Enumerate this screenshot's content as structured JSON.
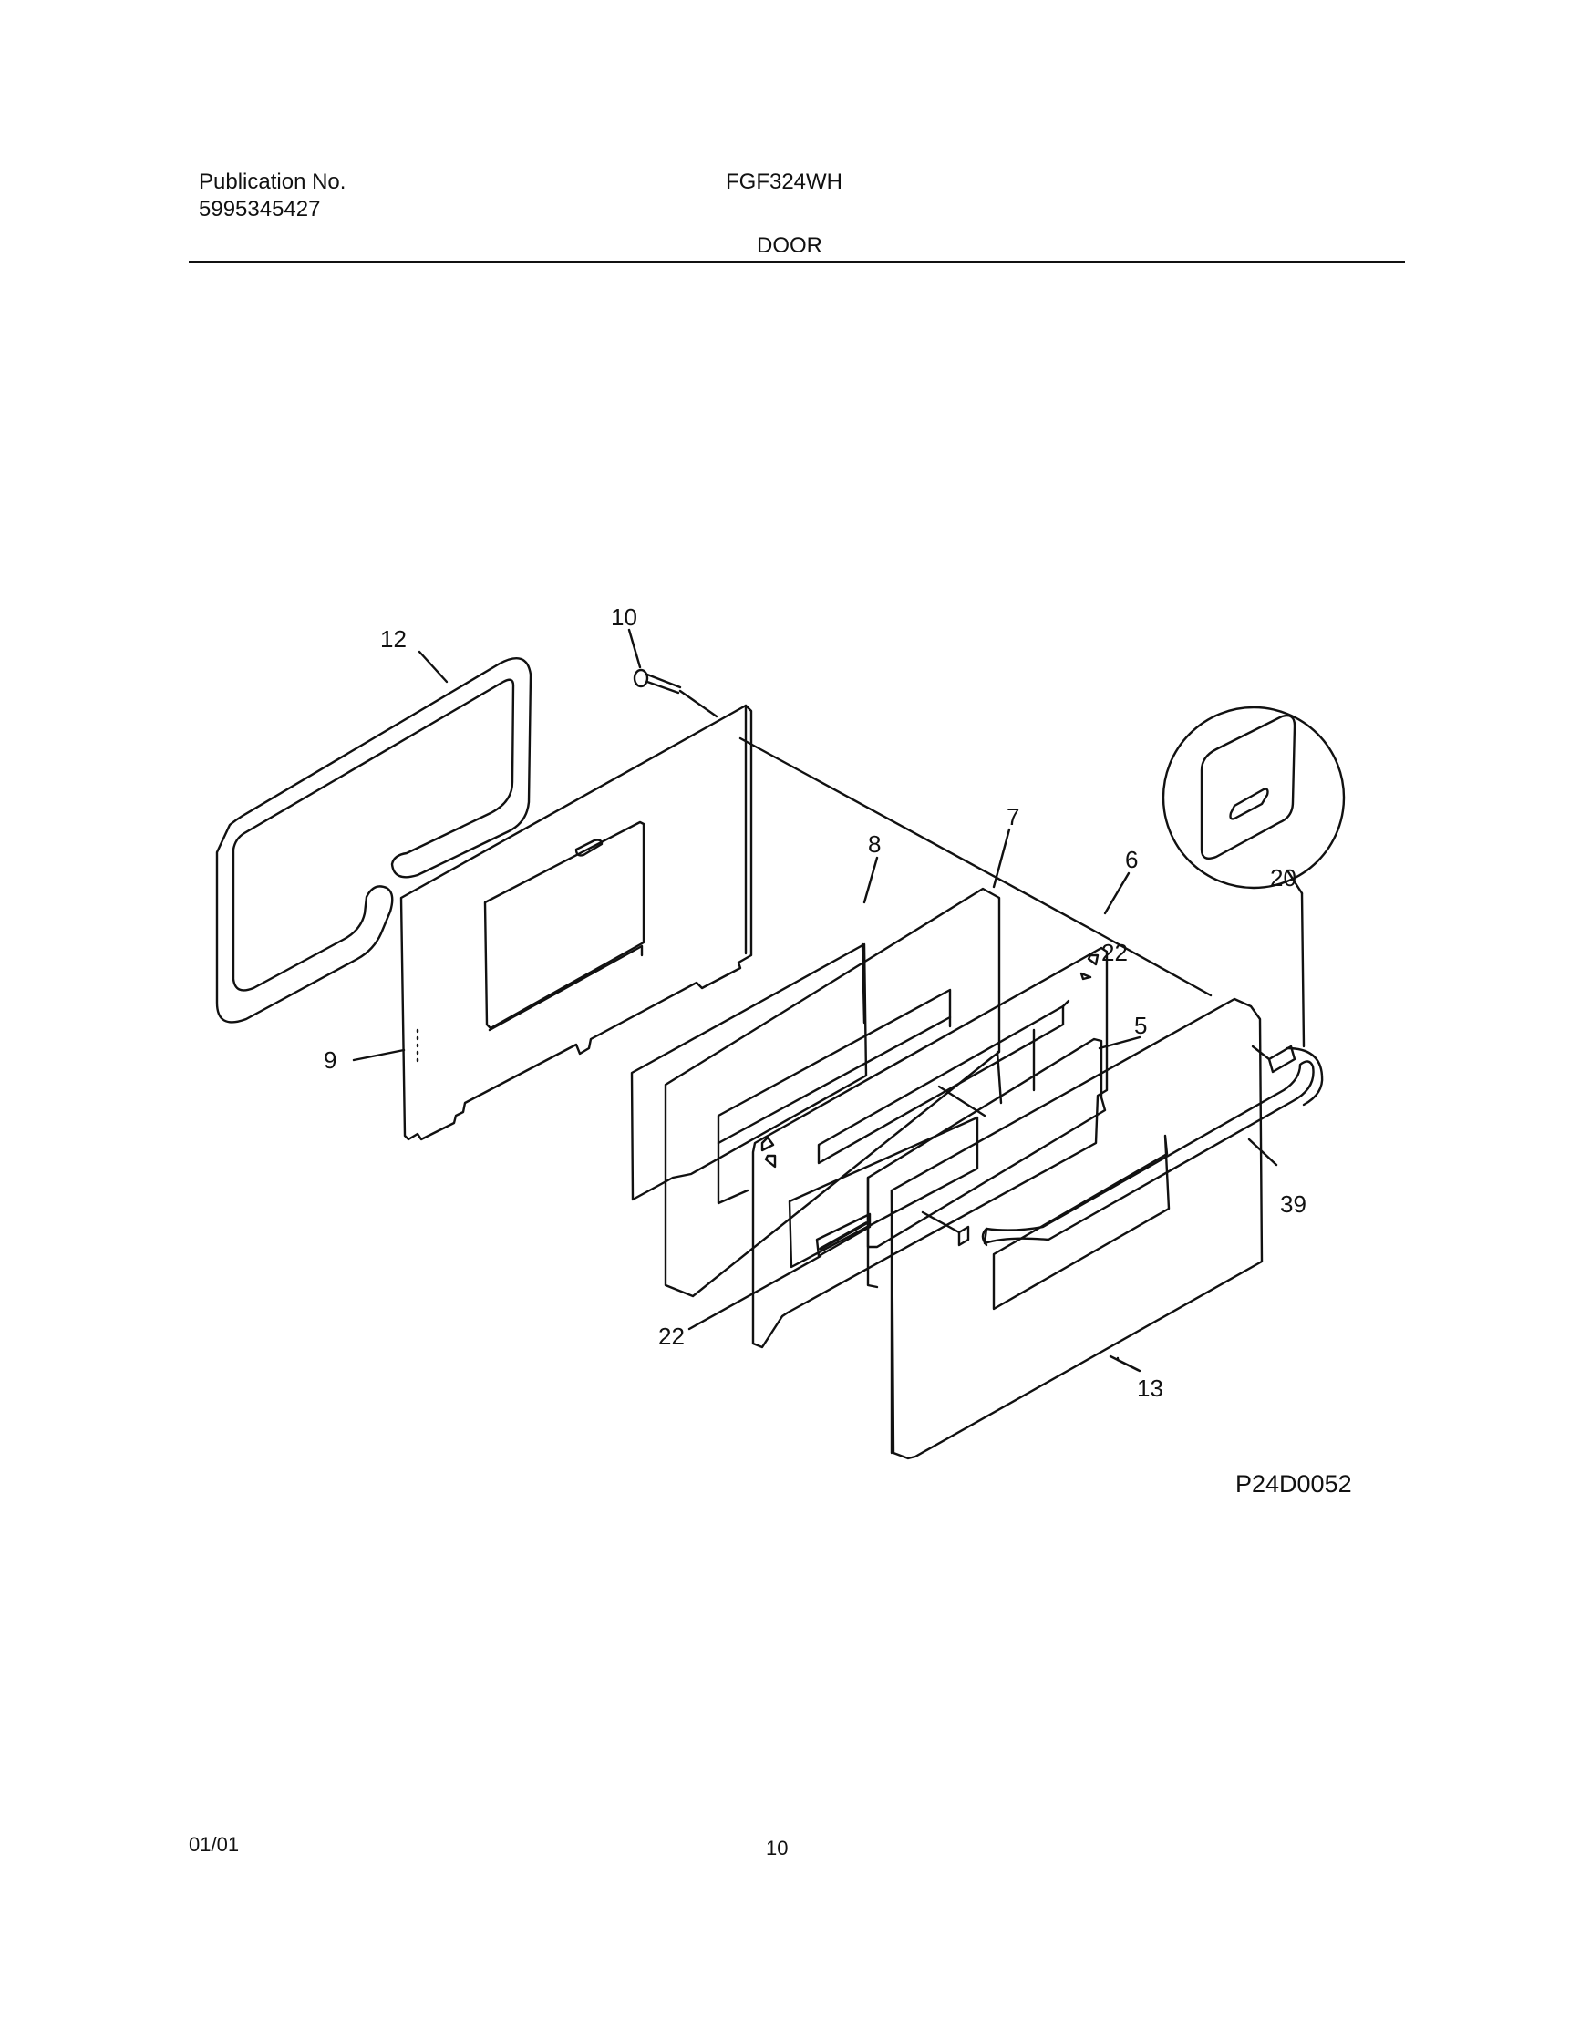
{
  "header": {
    "publication_label": "Publication No.",
    "publication_number": "5995345427",
    "model": "FGF324WH",
    "section_title": "DOOR"
  },
  "diagram": {
    "code": "P24D0052",
    "callouts": [
      "12",
      "10",
      "9",
      "8",
      "7",
      "6",
      "22",
      "5",
      "20",
      "39",
      "22",
      "13"
    ]
  },
  "footer": {
    "date": "01/01",
    "page_number": "10"
  }
}
